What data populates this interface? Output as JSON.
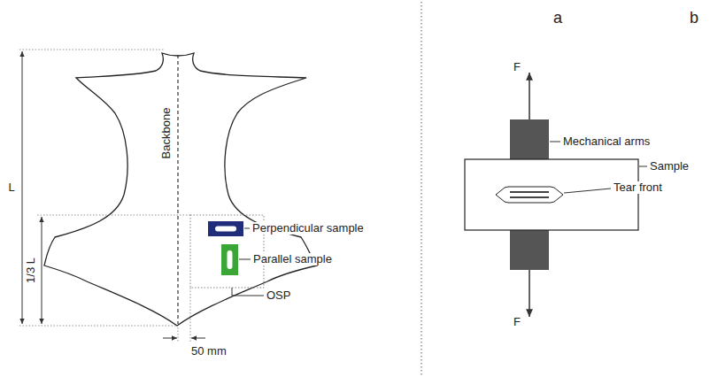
{
  "diagram": {
    "labels": [
      "a",
      "L",
      "Backbone",
      "1/3 L",
      "Perpendicular sample",
      "Parallel sample",
      "OSP",
      "50 mm",
      "b",
      "F",
      "Mechanical arms",
      "Sample",
      "Tear front",
      "F"
    ]
  }
}
